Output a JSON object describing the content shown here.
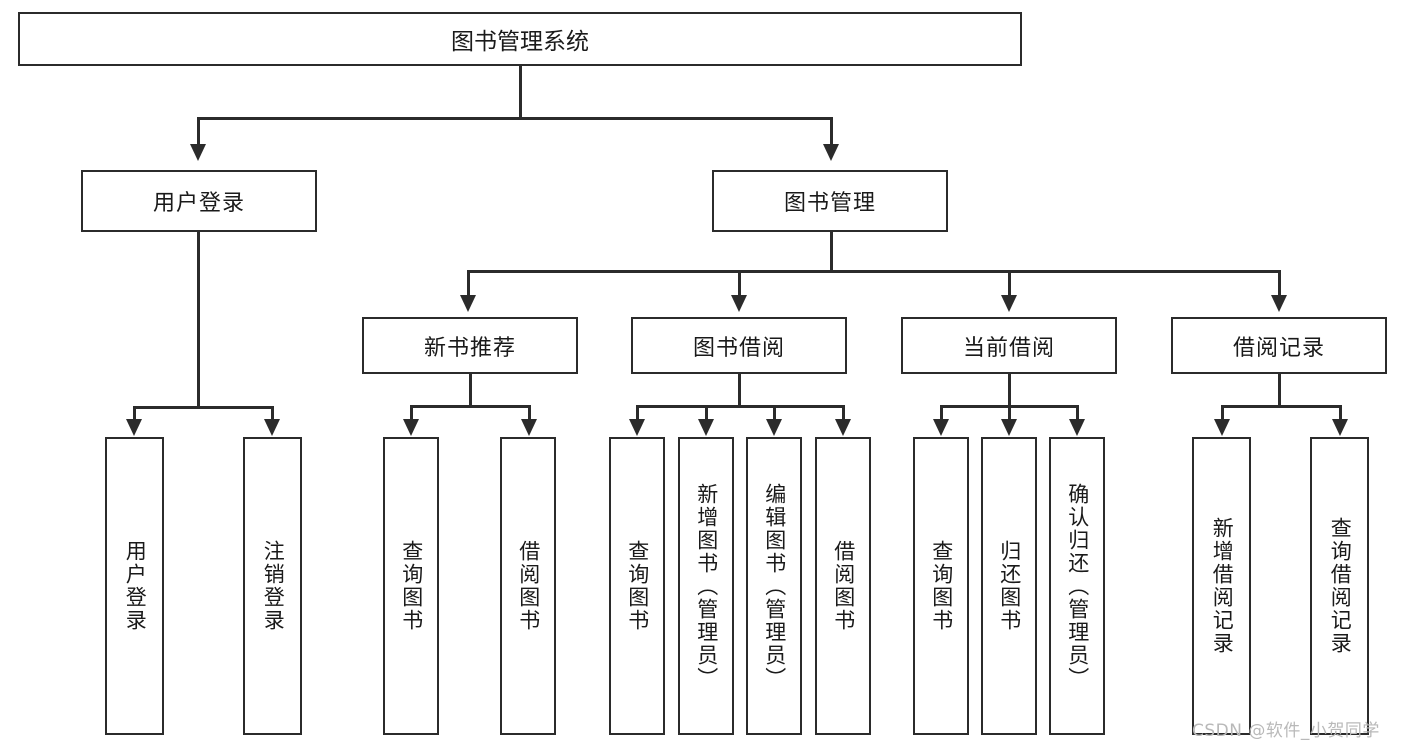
{
  "diagram": {
    "title": "图书管理系统",
    "type": "hierarchy-tree",
    "root": {
      "label": "图书管理系统"
    },
    "level2": [
      {
        "label": "用户登录"
      },
      {
        "label": "图书管理"
      }
    ],
    "level3": [
      {
        "label": "新书推荐"
      },
      {
        "label": "图书借阅"
      },
      {
        "label": "当前借阅"
      },
      {
        "label": "借阅记录"
      }
    ],
    "leaves": {
      "user_login": [
        {
          "label": "用户登录"
        },
        {
          "label": "注销登录"
        }
      ],
      "new_book_recommend": [
        {
          "label": "查询图书"
        },
        {
          "label": "借阅图书"
        }
      ],
      "book_borrow": [
        {
          "label": "查询图书"
        },
        {
          "label": "新增图书（管理员）"
        },
        {
          "label": "编辑图书（管理员）"
        },
        {
          "label": "借阅图书"
        }
      ],
      "current_borrow": [
        {
          "label": "查询图书"
        },
        {
          "label": "归还图书"
        },
        {
          "label": "确认归还（管理员）"
        }
      ],
      "borrow_record": [
        {
          "label": "新增借阅记录"
        },
        {
          "label": "查询借阅记录"
        }
      ]
    }
  },
  "watermark": {
    "text": "CSDN @软件_小贺同学"
  },
  "colors": {
    "stroke": "#2b2b2b",
    "text": "#1a1a1a",
    "background": "#ffffff",
    "watermark": "#b9b9b9"
  }
}
